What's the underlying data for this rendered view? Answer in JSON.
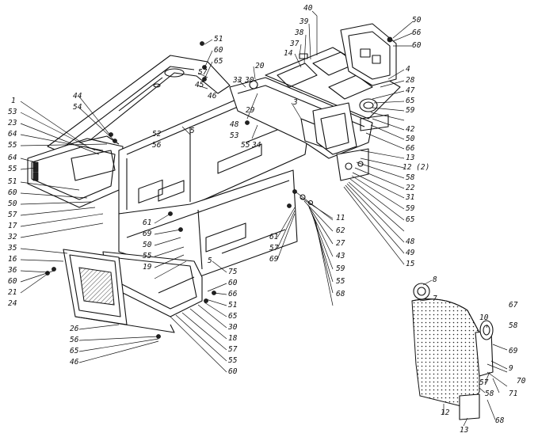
{
  "callouts": [
    {
      "id": "c0",
      "text": "40"
    },
    {
      "id": "c1",
      "text": "39"
    },
    {
      "id": "c2",
      "text": "38"
    },
    {
      "id": "c3",
      "text": "37"
    },
    {
      "id": "c4",
      "text": "14"
    },
    {
      "id": "c5",
      "text": "50"
    },
    {
      "id": "c6",
      "text": "66"
    },
    {
      "id": "c7",
      "text": "60"
    },
    {
      "id": "c8",
      "text": "51"
    },
    {
      "id": "c9",
      "text": "60"
    },
    {
      "id": "c10",
      "text": "65"
    },
    {
      "id": "c11",
      "text": "57"
    },
    {
      "id": "c12",
      "text": "45"
    },
    {
      "id": "c13",
      "text": "33"
    },
    {
      "id": "c14",
      "text": "30"
    },
    {
      "id": "c15",
      "text": "20"
    },
    {
      "id": "c16",
      "text": "4"
    },
    {
      "id": "c17",
      "text": "28"
    },
    {
      "id": "c18",
      "text": "47"
    },
    {
      "id": "c19",
      "text": "65"
    },
    {
      "id": "c20",
      "text": "59"
    },
    {
      "id": "c21",
      "text": "44"
    },
    {
      "id": "c22",
      "text": "54"
    },
    {
      "id": "c23",
      "text": "46"
    },
    {
      "id": "c24",
      "text": "1"
    },
    {
      "id": "c25",
      "text": "53"
    },
    {
      "id": "c26",
      "text": "23"
    },
    {
      "id": "c27",
      "text": "64"
    },
    {
      "id": "c28",
      "text": "55"
    },
    {
      "id": "c29",
      "text": "64"
    },
    {
      "id": "c30",
      "text": "55"
    },
    {
      "id": "c31",
      "text": "51"
    },
    {
      "id": "c32",
      "text": "60"
    },
    {
      "id": "c33",
      "text": "50"
    },
    {
      "id": "c34",
      "text": "57"
    },
    {
      "id": "c35",
      "text": "17"
    },
    {
      "id": "c36",
      "text": "32"
    },
    {
      "id": "c37",
      "text": "35"
    },
    {
      "id": "c38",
      "text": "16"
    },
    {
      "id": "c39",
      "text": "36"
    },
    {
      "id": "c40",
      "text": "60"
    },
    {
      "id": "c41",
      "text": "21"
    },
    {
      "id": "c42",
      "text": "5"
    },
    {
      "id": "c43",
      "text": "52"
    },
    {
      "id": "c44",
      "text": "56"
    },
    {
      "id": "c45",
      "text": "3"
    },
    {
      "id": "c46",
      "text": "48"
    },
    {
      "id": "c47",
      "text": "53"
    },
    {
      "id": "c48",
      "text": "29"
    },
    {
      "id": "c49",
      "text": "55"
    },
    {
      "id": "c50",
      "text": "34"
    },
    {
      "id": "c51",
      "text": "42"
    },
    {
      "id": "c52",
      "text": "50"
    },
    {
      "id": "c53",
      "text": "66"
    },
    {
      "id": "c54",
      "text": "13"
    },
    {
      "id": "c55",
      "text": "12 (2)"
    },
    {
      "id": "c56",
      "text": "58"
    },
    {
      "id": "c57",
      "text": "22"
    },
    {
      "id": "c58",
      "text": "31"
    },
    {
      "id": "c59",
      "text": "24"
    },
    {
      "id": "c60",
      "text": "11"
    },
    {
      "id": "c61",
      "text": "62"
    },
    {
      "id": "c62",
      "text": "59"
    },
    {
      "id": "c63",
      "text": "65"
    },
    {
      "id": "c64",
      "text": "48"
    },
    {
      "id": "c65",
      "text": "49"
    },
    {
      "id": "c66",
      "text": "15"
    },
    {
      "id": "c67",
      "text": "61"
    },
    {
      "id": "c68",
      "text": "69"
    },
    {
      "id": "c69",
      "text": "50"
    },
    {
      "id": "c70",
      "text": "55"
    },
    {
      "id": "c71",
      "text": "19"
    },
    {
      "id": "c72",
      "text": "61"
    },
    {
      "id": "c73",
      "text": "57"
    },
    {
      "id": "c74",
      "text": "69"
    },
    {
      "id": "c75",
      "text": "27"
    },
    {
      "id": "c76",
      "text": "43"
    },
    {
      "id": "c77",
      "text": "59"
    },
    {
      "id": "c78",
      "text": "55"
    },
    {
      "id": "c79",
      "text": "68"
    },
    {
      "id": "c80",
      "text": "5"
    },
    {
      "id": "c81",
      "text": "75"
    },
    {
      "id": "c82",
      "text": "60"
    },
    {
      "id": "c83",
      "text": "66"
    },
    {
      "id": "c84",
      "text": "51"
    },
    {
      "id": "c85",
      "text": "65"
    },
    {
      "id": "c86",
      "text": "30"
    },
    {
      "id": "c87",
      "text": "18"
    },
    {
      "id": "c88",
      "text": "57"
    },
    {
      "id": "c89",
      "text": "55"
    },
    {
      "id": "c90",
      "text": "60"
    },
    {
      "id": "c91",
      "text": "26"
    },
    {
      "id": "c92",
      "text": "56"
    },
    {
      "id": "c93",
      "text": "65"
    },
    {
      "id": "c94",
      "text": "46"
    },
    {
      "id": "c95",
      "text": "8"
    },
    {
      "id": "c96",
      "text": "7"
    },
    {
      "id": "c97",
      "text": "10"
    },
    {
      "id": "c98",
      "text": "67"
    },
    {
      "id": "c99",
      "text": "58"
    },
    {
      "id": "c100",
      "text": "69"
    },
    {
      "id": "c101",
      "text": "9"
    },
    {
      "id": "c102",
      "text": "57"
    },
    {
      "id": "c103",
      "text": "70"
    },
    {
      "id": "c104",
      "text": "71"
    },
    {
      "id": "c105",
      "text": "58"
    },
    {
      "id": "c106",
      "text": "68"
    },
    {
      "id": "c107",
      "text": "12"
    },
    {
      "id": "c108",
      "text": "13"
    }
  ]
}
